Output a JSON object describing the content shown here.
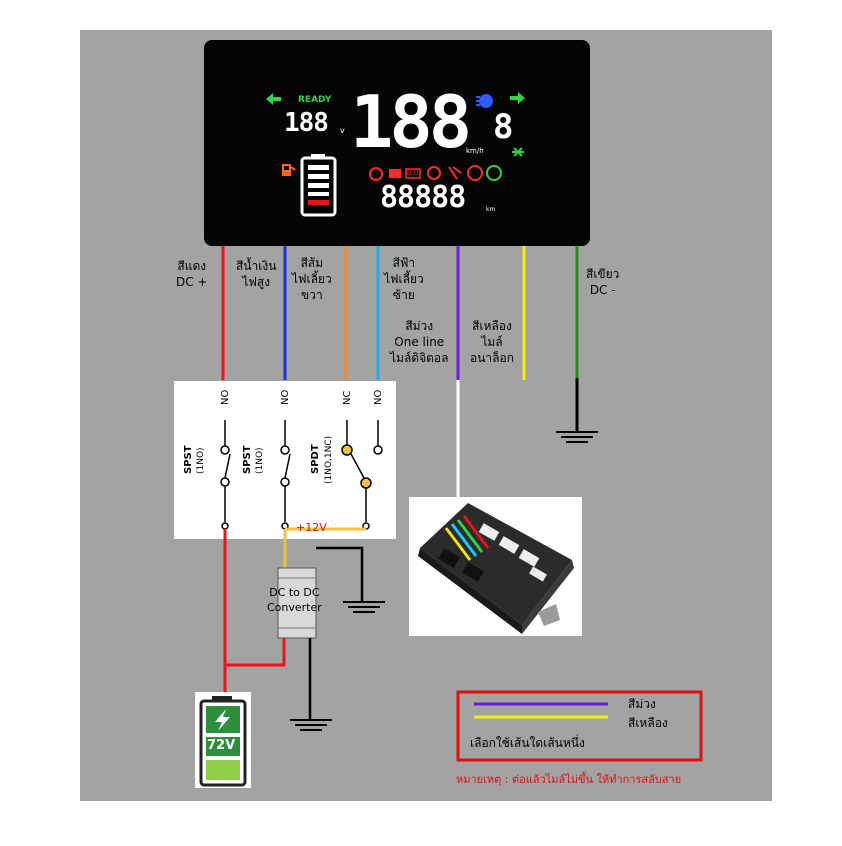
{
  "colors": {
    "background": "#a3a3a3",
    "red": "#e8161a",
    "blue": "#1d2fe0",
    "orange": "#f08a2c",
    "light_blue": "#25a9ea",
    "purple": "#6a1fd0",
    "yellow": "#f2ef12",
    "green": "#2b8a1d",
    "black": "#000000",
    "note_red": "#e01010"
  },
  "dashboard": {
    "ready": "READY",
    "speed": "188",
    "speed_unit": "km/h",
    "gear": "8",
    "small_display": "188",
    "small_unit": "v",
    "odometer": "88888",
    "odometer_unit": "km",
    "icons": [
      "left-arrow-icon",
      "right-arrow-icon",
      "headlight-icon",
      "fuel-icon",
      "battery-icon",
      "motor-icon",
      "ecu-icon",
      "brake-icon",
      "park-icon",
      "cruise-icon"
    ]
  },
  "wires": {
    "red": [
      "สีแดง",
      "DC +"
    ],
    "blue": [
      "สีน้ำเงิน",
      "ไฟสูง"
    ],
    "orange": [
      "สีส้ม",
      "ไฟเลี้ยว",
      "ขวา"
    ],
    "light_blue": [
      "สีฟ้า",
      "ไฟเลี้ยว",
      "ซ้าย"
    ],
    "purple": [
      "สีม่วง",
      "One line",
      "ไมล์ดิจิตอล"
    ],
    "yellow": [
      "สีเหลือง",
      "ไมล์",
      "อนาล็อก"
    ],
    "green": [
      "สีเขียว",
      "DC -"
    ]
  },
  "switches": {
    "sw1_type": "SPST",
    "sw1_sub": "(1NO)",
    "sw1_contact": "NO",
    "sw2_type": "SPST",
    "sw2_sub": "(1NO)",
    "sw2_contact": "NO",
    "sw3_type": "SPDT",
    "sw3_sub": "(1NO,1NC)",
    "sw3_contact_nc": "NC",
    "sw3_contact_no": "NO"
  },
  "power": {
    "plus12": "+12V",
    "converter": [
      "DC to DC",
      "Converter"
    ],
    "battery_voltage": "72V"
  },
  "legend": {
    "purple_label": "สีม่วง",
    "yellow_label": "สีเหลือง",
    "choose": "เลือกใช้เส้นใดเส้นหนึ่ง"
  },
  "note": "หมายเหตุ : ต่อแล้วไมล์ไม่ขึ้น ให้ทำการสลับสาย"
}
